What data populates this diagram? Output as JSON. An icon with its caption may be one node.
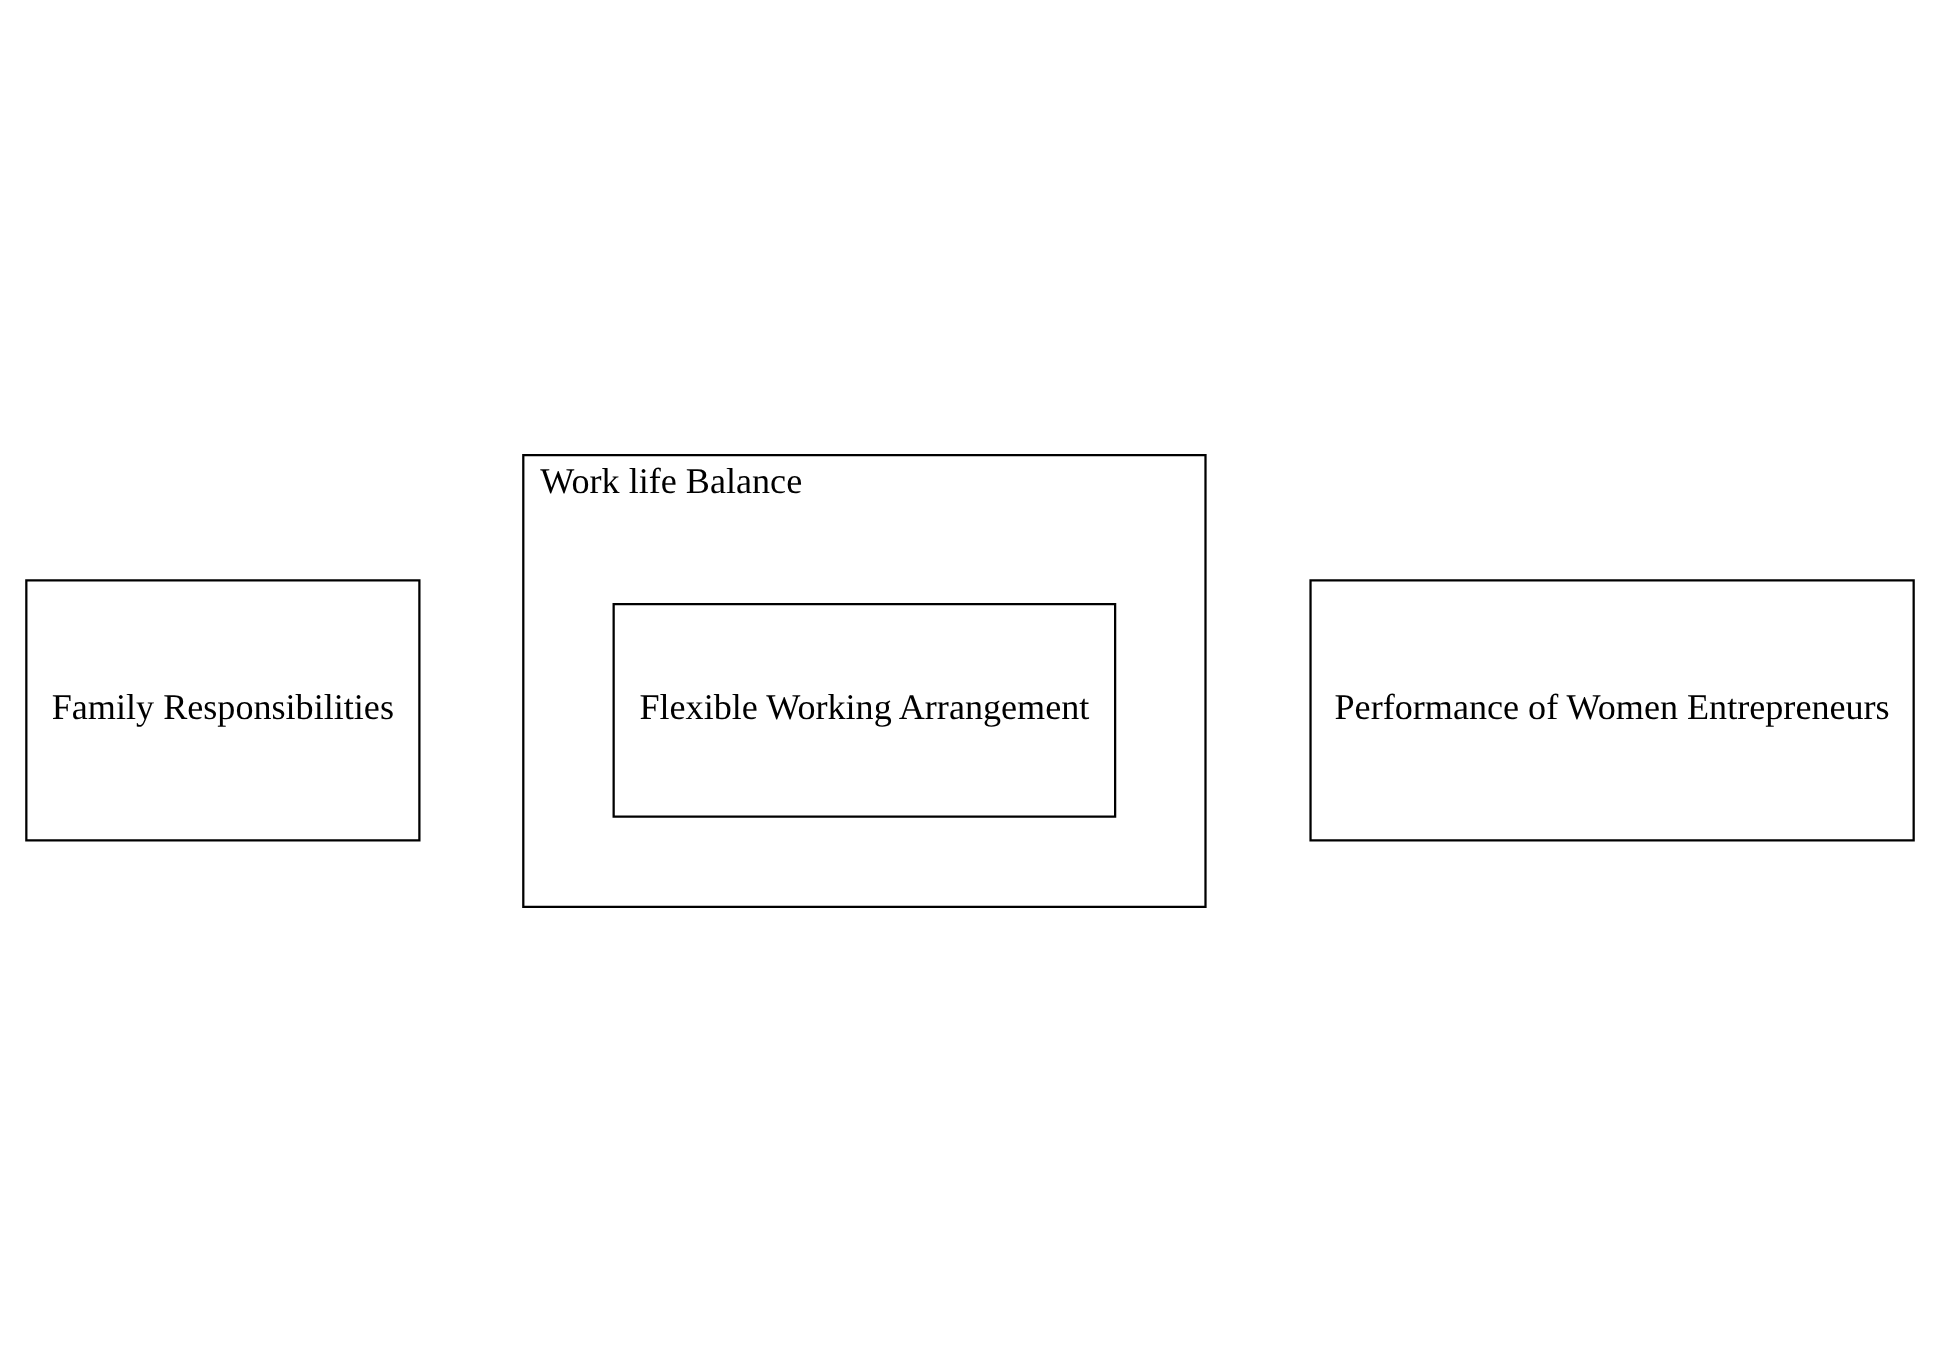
{
  "diagram": {
    "nodes": [
      {
        "text": [
          "Work life Balance"
        ]
      },
      {
        "text": [
          "Flexible Working Arrangement"
        ],
        "in": 0
      },
      {
        "text": [
          "Performance of Women Entrepreneurs"
        ]
      },
      {
        "text": [
          "Family Responsibilities"
        ]
      }
    ]
  }
}
